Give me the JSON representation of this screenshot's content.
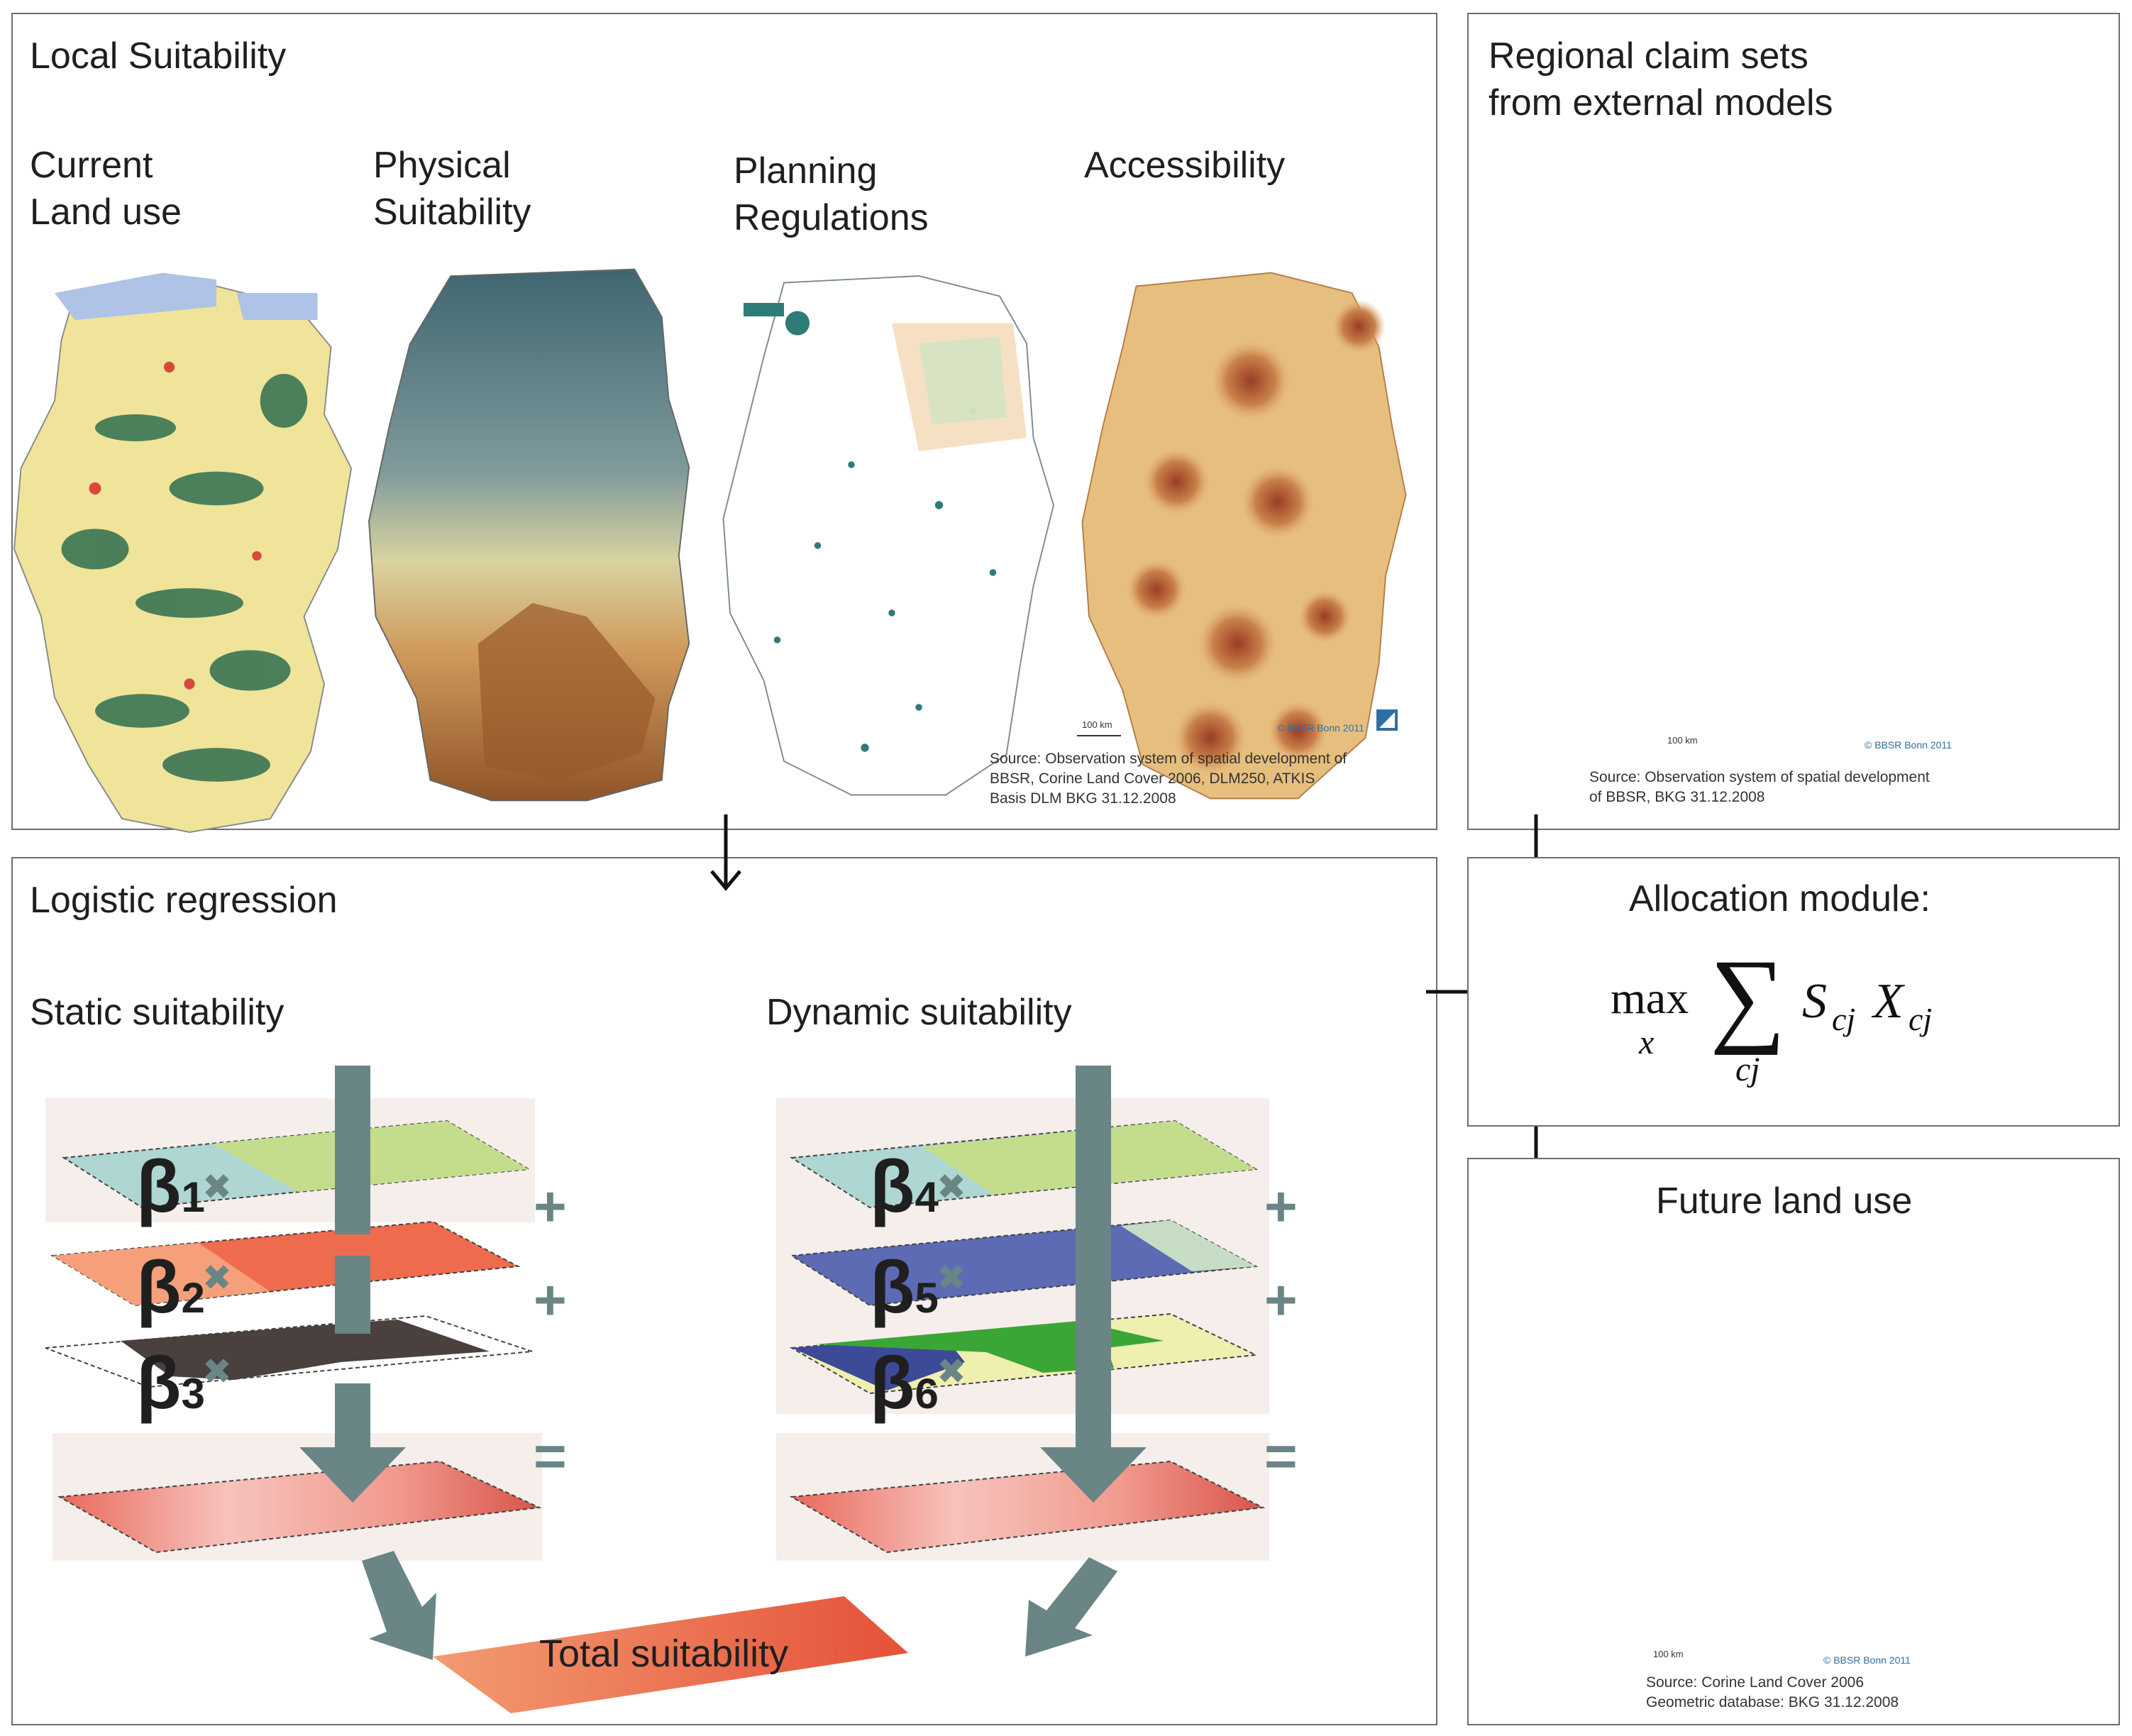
{
  "local": {
    "title": "Local Suitability",
    "maps": [
      {
        "line1": "Current",
        "line2": "Land use"
      },
      {
        "line1": "Physical",
        "line2": "Suitability"
      },
      {
        "line1": "Planning",
        "line2": "Regulations"
      },
      {
        "line1": "Accessibility",
        "line2": ""
      }
    ],
    "scale": "100 km",
    "copyright": "© BBSR Bonn 2011",
    "source": [
      "Source: Observation system of spatial development of",
      "BBSR, Corine Land Cover 2006, DLM250, ATKIS",
      "Basis DLM  BKG 31.12.2008"
    ]
  },
  "regional": {
    "title1": "Regional claim sets",
    "title2": "from external models",
    "scale": "100 km",
    "copyright": "© BBSR Bonn 2011",
    "source": [
      "Source: Observation system of spatial development",
      "of BBSR, BKG 31.12.2008"
    ]
  },
  "logistic": {
    "title": "Logistic regression",
    "static_title": "Static suitability",
    "dynamic_title": "Dynamic suitability",
    "betas_static": [
      {
        "b": "β",
        "s": "1"
      },
      {
        "b": "β",
        "s": "2"
      },
      {
        "b": "β",
        "s": "3"
      }
    ],
    "betas_dynamic": [
      {
        "b": "β",
        "s": "4"
      },
      {
        "b": "β",
        "s": "5"
      },
      {
        "b": "β",
        "s": "6"
      }
    ],
    "times": "✖",
    "plus": "+",
    "equals": "=",
    "total": "Total suitability"
  },
  "allocation": {
    "title": "Allocation module:",
    "formula": {
      "max": "max",
      "sub_x": "x",
      "sum": "∑",
      "sub_cj": "cj",
      "S": "S",
      "X": "X",
      "ij": "cj"
    }
  },
  "future": {
    "title": "Future land use",
    "scale": "100 km",
    "copyright": "© BBSR Bonn 2011",
    "source": [
      "Source: Corine Land Cover 2006",
      "Geometric database: BKG 31.12.2008"
    ]
  },
  "colors": {
    "border": "#6e6e6e",
    "arrow_gray": "#6a8586",
    "landuse_yellow": "#f1e596",
    "forest_green": "#2e6e4e",
    "dem_blue": "#4e6f7a",
    "dem_brown": "#9c5a2c",
    "access_dark": "#a4472e",
    "claim_orange": "#f08c3c",
    "claim_green": "#36a047"
  }
}
